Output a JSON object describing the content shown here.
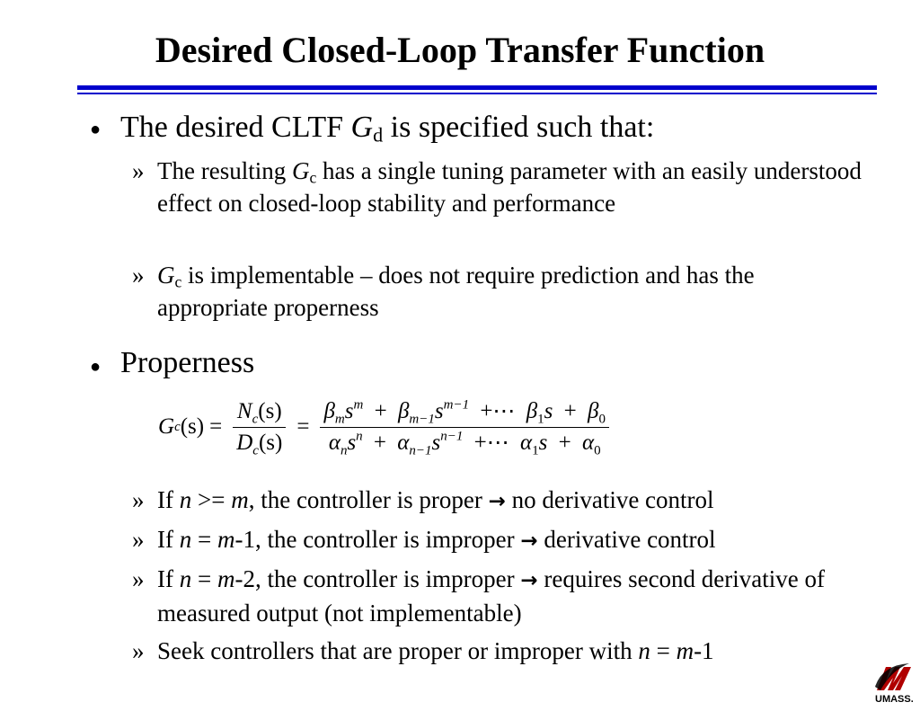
{
  "title": "Desired Closed-Loop Transfer Function",
  "bullet_glyph": "●",
  "sub_glyph": "»",
  "arrow_glyph": "→",
  "colors": {
    "rule": "#0000cc",
    "logo": "#b00000"
  },
  "b1": {
    "pre": "The desired CLTF ",
    "G": "G",
    "d": "d",
    "post": " is specified such that:"
  },
  "b1s1": {
    "pre": "The resulting ",
    "G": "G",
    "c": "c",
    "post": " has a single tuning parameter with an easily understood effect on closed-loop stability and performance"
  },
  "b1s2": {
    "G": "G",
    "c": "c",
    "post": " is implementable – does not require prediction and has the appropriate properness"
  },
  "b2": {
    "text": "Properness"
  },
  "equation": {
    "lhs_G": "G",
    "lhs_sub": "c",
    "lhs_arg": "(s)",
    "eq": "=",
    "N": "N",
    "N_sub": "c",
    "N_arg": "(s)",
    "D": "D",
    "D_sub": "c",
    "D_arg": "(s)",
    "num": {
      "b": "β",
      "m": "m",
      "s": "s",
      "plus": "+",
      "m1": "m−1",
      "dots": "+⋯",
      "one": "1",
      "zero": "0"
    },
    "den": {
      "a": "α",
      "n": "n",
      "s": "s",
      "plus": "+",
      "n1": "n−1",
      "dots": "+⋯",
      "one": "1",
      "zero": "0"
    }
  },
  "s1": {
    "pre": "If ",
    "n": "n",
    "mid1": " >= ",
    "m": "m",
    "mid2": ", the controller is proper ",
    "post": " no derivative control"
  },
  "s2": {
    "pre": "If ",
    "n": "n",
    "mid1": " = ",
    "m": "m",
    "mid2": "-1, the controller is improper ",
    "post": " derivative control"
  },
  "s3": {
    "pre": "If ",
    "n": "n",
    "mid1": " = ",
    "m": "m",
    "mid2": "-2, the controller is improper ",
    "post": " requires second derivative of measured output (not implementable)"
  },
  "s4": {
    "pre": "Seek controllers that are proper or improper with ",
    "n": "n",
    "mid1": " = ",
    "m": "m",
    "post": "-1"
  },
  "logo": {
    "text": "UMASS."
  }
}
